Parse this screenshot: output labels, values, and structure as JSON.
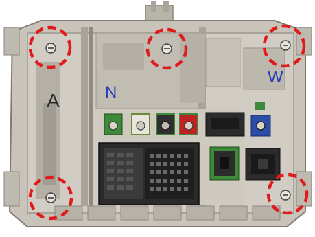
{
  "photo": {
    "handwritten_marks": [
      "N",
      "A",
      "W"
    ],
    "colors": {
      "casting": "#c9c4ba",
      "casting_shadow": "#8f8a82",
      "connector_body": "#2b2b2b",
      "highlight_circle": "#e01b1b",
      "mark_blue": "#2a3fb8",
      "mark_dark": "#2a2a2a",
      "fakra_green": "#3f8a3a",
      "fakra_white": "#e8e6dc",
      "fakra_red": "#c02222",
      "fakra_blue": "#2c4ea6"
    },
    "callouts": [
      {
        "name": "top-left-screw"
      },
      {
        "name": "top-center-screw"
      },
      {
        "name": "top-right-screw"
      },
      {
        "name": "bottom-left-screw"
      },
      {
        "name": "bottom-right-screw"
      }
    ]
  }
}
